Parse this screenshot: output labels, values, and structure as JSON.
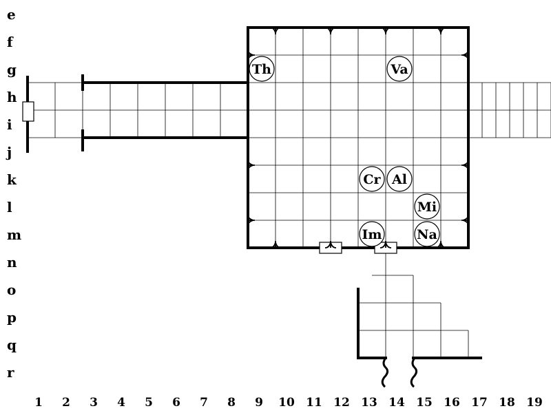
{
  "map": {
    "row_labels": [
      "e",
      "f",
      "g",
      "h",
      "i",
      "j",
      "k",
      "l",
      "m",
      "n",
      "o",
      "p",
      "q",
      "r"
    ],
    "col_labels": [
      "1",
      "2",
      "3",
      "4",
      "5",
      "6",
      "7",
      "8",
      "9",
      "10",
      "11",
      "12",
      "13",
      "14",
      "15",
      "16",
      "17",
      "18",
      "19"
    ]
  },
  "tokens": [
    {
      "id": "Th",
      "label": "Th",
      "col": 9,
      "row": "g"
    },
    {
      "id": "Va",
      "label": "Va",
      "col": 14,
      "row": "g"
    },
    {
      "id": "Cr",
      "label": "Cr",
      "col": 13,
      "row": "k"
    },
    {
      "id": "Al",
      "label": "Al",
      "col": 14,
      "row": "k"
    },
    {
      "id": "Mi",
      "label": "Mi",
      "col": 15,
      "row": "l"
    },
    {
      "id": "Im",
      "label": "Im",
      "col": 13,
      "row": "m"
    },
    {
      "id": "Na",
      "label": "Na",
      "col": 15,
      "row": "m"
    }
  ],
  "colors": {
    "ink": "#000000",
    "paper": "#ffffff"
  }
}
